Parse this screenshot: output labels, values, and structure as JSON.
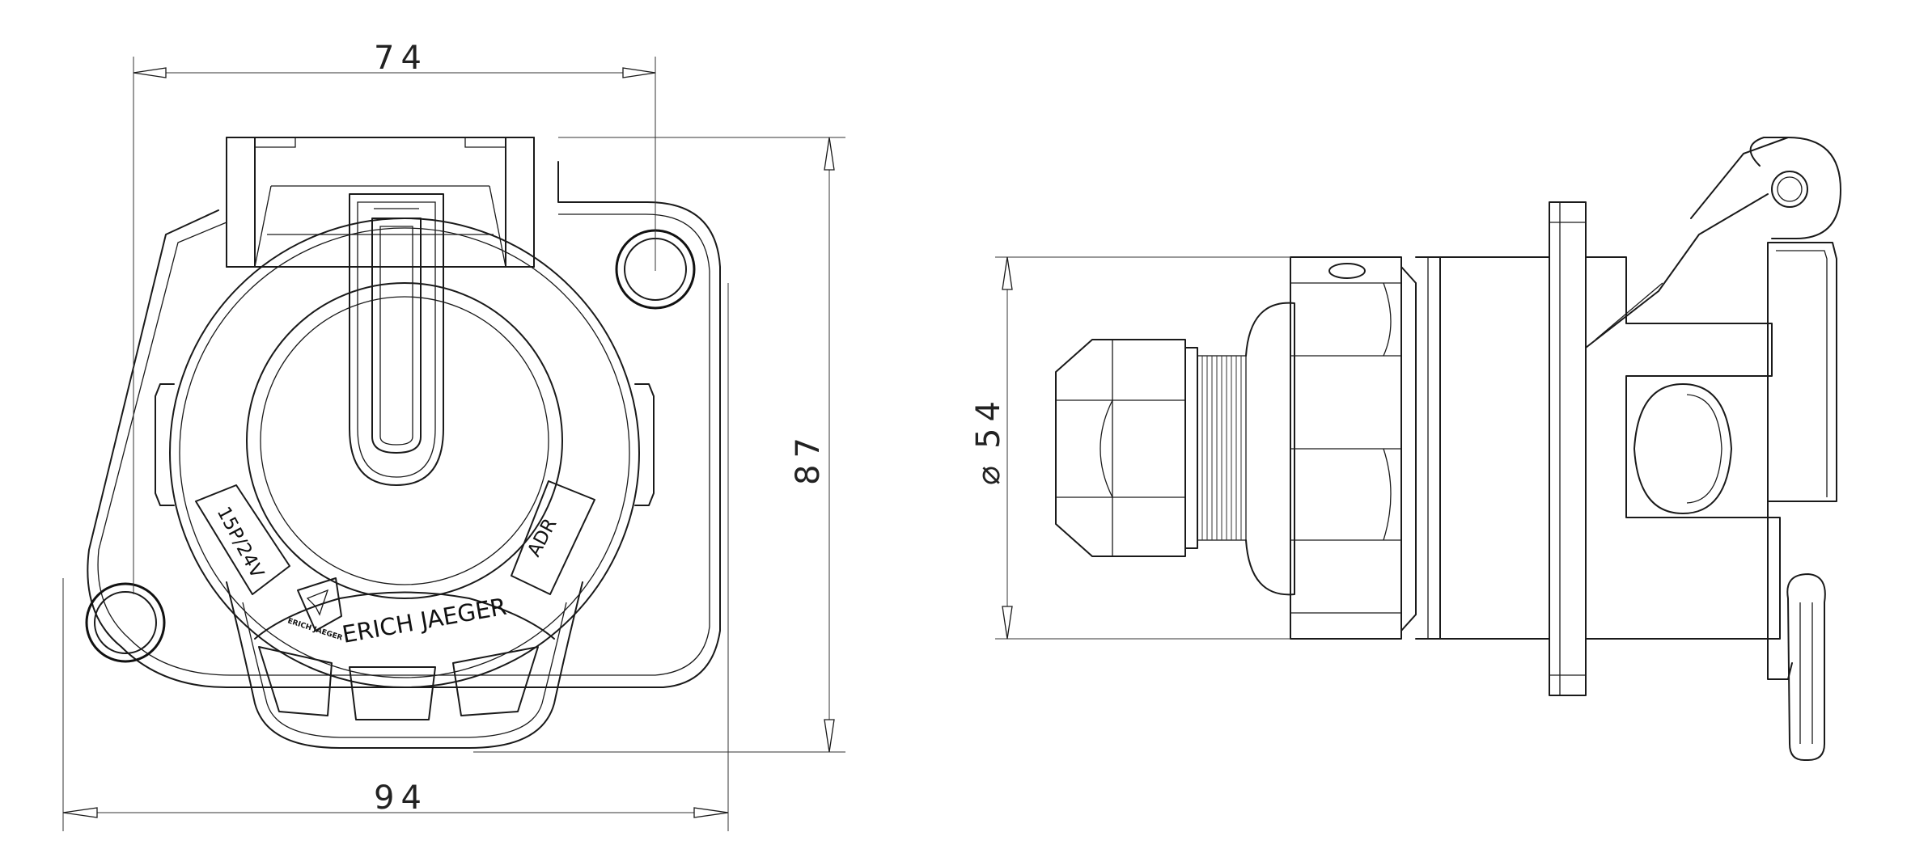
{
  "dimensions": {
    "width_top": "74",
    "width_bottom": "94",
    "height_right": "87",
    "diameter": "54",
    "diameter_symbol": "⌀"
  },
  "labels": {
    "voltage": "15P/24V",
    "adr": "ADR",
    "brand": "ERICH JAEGER",
    "brand_small": "ERICH JAEGER"
  }
}
